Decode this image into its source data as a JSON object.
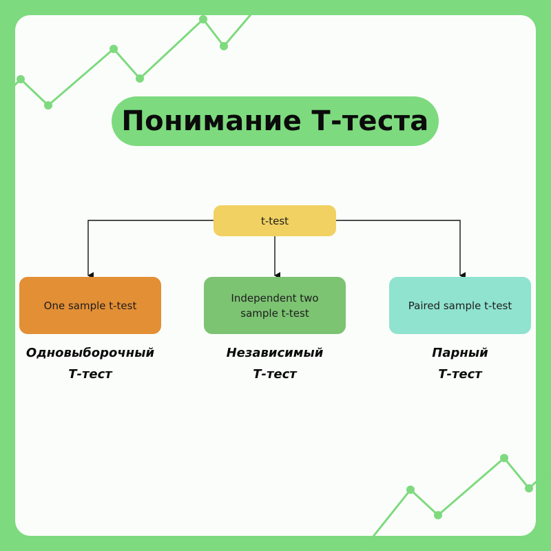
{
  "title": "Понимание Т-теста",
  "colors": {
    "background": "#7dda7e",
    "card": "#fbfdfb",
    "title_pill": "#7dda7e",
    "decor_line": "#7dda7e",
    "root_node": "#f1d161",
    "one_sample_node": "#e38f35",
    "independent_node": "#7cc372",
    "paired_node": "#8fe3cf",
    "connector": "#111111"
  },
  "diagram": {
    "root": {
      "label": "t-test"
    },
    "children": [
      {
        "id": "one-sample",
        "label": "One sample t-test",
        "caption_line1": "Одновыборочный",
        "caption_line2": "Т-тест"
      },
      {
        "id": "independent",
        "label": "Independent two sample t-test",
        "caption_line1": "Независимый",
        "caption_line2": "Т-тест"
      },
      {
        "id": "paired",
        "label": "Paired sample t-test",
        "caption_line1": "Парный",
        "caption_line2": "Т-тест"
      }
    ]
  }
}
